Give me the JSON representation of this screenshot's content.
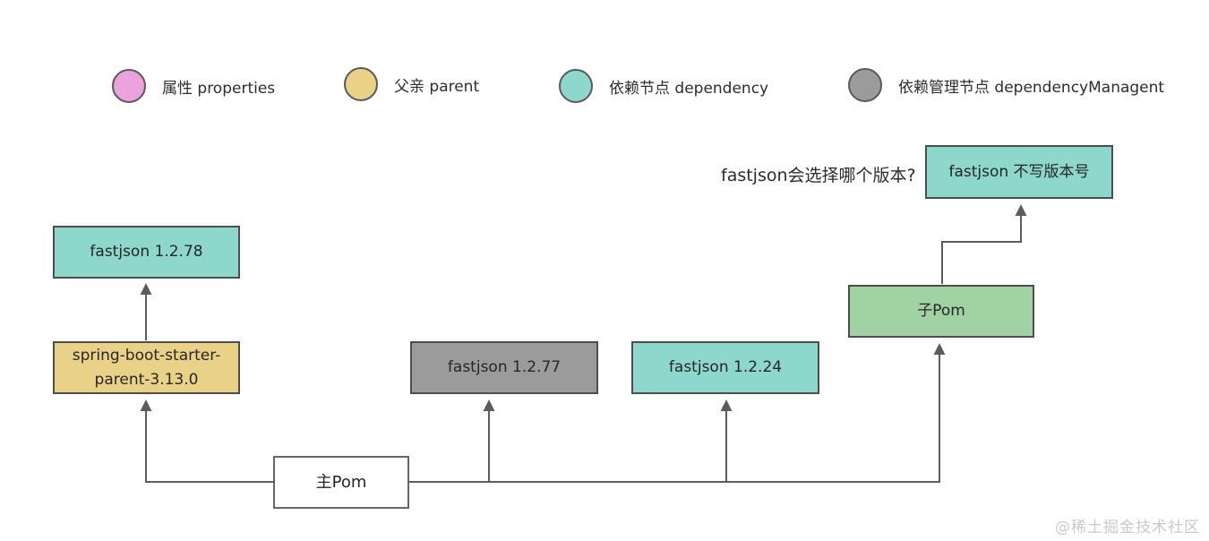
{
  "palette": {
    "properties_pink": "#eba3dc",
    "parent_yellow": "#e9d187",
    "dependency_teal": "#8ed7cd",
    "dependency_management_gray": "#9b9b9b",
    "pom_green": "#a1d2a3",
    "box_border": "#4d4d4d",
    "wire": "#5c5c5c",
    "text": "#2d2d2d",
    "watermark": "#c9c9c9"
  },
  "legend": {
    "items": [
      {
        "name": "properties",
        "label": "属性 properties",
        "color": "#eba3dc"
      },
      {
        "name": "parent",
        "label": "父亲 parent",
        "color": "#e9d187"
      },
      {
        "name": "dependency",
        "label": "依赖节点 dependency",
        "color": "#8ed7cd"
      },
      {
        "name": "dependency-management",
        "label": "依赖管理节点 dependencyManagent",
        "color": "#9b9b9b"
      }
    ]
  },
  "diagram": {
    "question": "fastjson会选择哪个版本?",
    "nodes": {
      "fastjson_noversion": {
        "label": "fastjson 不写版本号",
        "type": "dependency"
      },
      "fastjson_1278": {
        "label": "fastjson 1.2.78",
        "type": "dependency"
      },
      "spring_parent": {
        "lines": [
          "spring-boot-starter-",
          "parent-3.13.0"
        ],
        "type": "parent"
      },
      "fastjson_1277": {
        "label": "fastjson 1.2.77",
        "type": "dependency-management"
      },
      "fastjson_1224": {
        "label": "fastjson 1.2.24",
        "type": "dependency"
      },
      "child_pom": {
        "label": "子Pom",
        "type": "pom"
      },
      "main_pom": {
        "label": "主Pom",
        "type": "pom"
      }
    },
    "edges": [
      "main_pom -> spring_parent",
      "main_pom -> fastjson_1277",
      "main_pom -> fastjson_1224",
      "main_pom -> child_pom",
      "spring_parent -> fastjson_1278",
      "child_pom -> fastjson_noversion"
    ]
  },
  "watermark": "@稀土掘金技术社区"
}
